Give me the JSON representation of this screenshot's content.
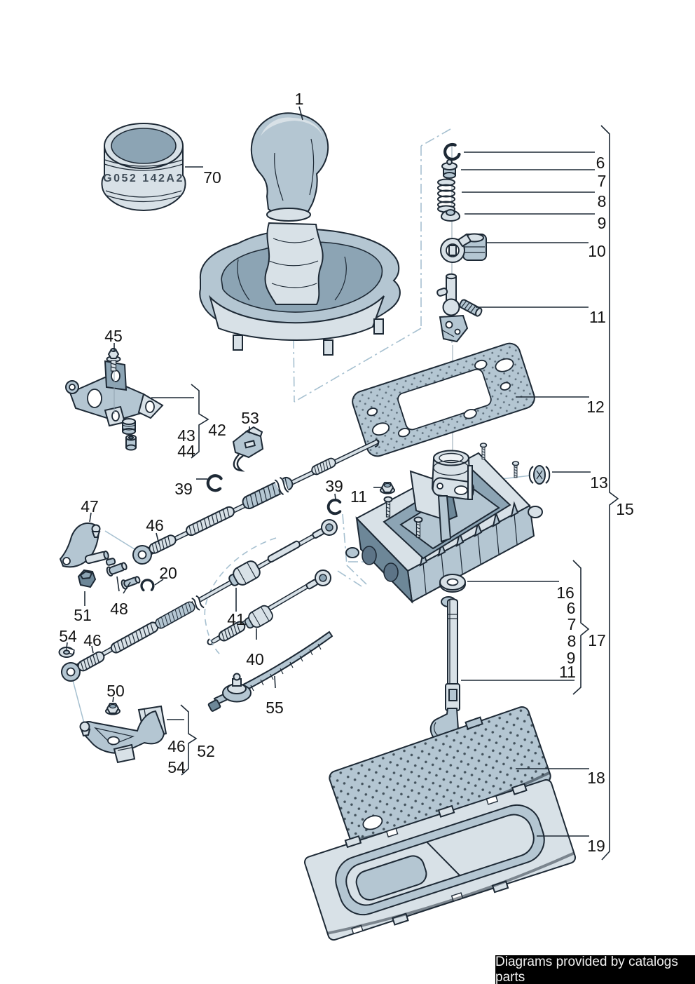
{
  "diagram": {
    "type": "exploded-parts-diagram",
    "sleeve_marking": "G052 142A2",
    "callouts": {
      "knob": "1",
      "sleeve": "70",
      "r6": "6",
      "r7": "7",
      "r8": "8",
      "r9": "9",
      "r10": "10",
      "r11": "11",
      "gasket": "12",
      "grommet": "13",
      "group15": "15",
      "bolt45": "45",
      "group42": "42",
      "bush43": "43",
      "bush44": "44",
      "clip53": "53",
      "circlip39l": "39",
      "circlip39r": "39",
      "nut11": "11",
      "lever47": "47",
      "cable46a": "46",
      "clip20": "20",
      "pins48": "48",
      "cap51": "51",
      "washer54l": "54",
      "cable46b": "46",
      "nut50": "50",
      "g52_46": "46",
      "g52_54": "54",
      "group52": "52",
      "damper41": "41",
      "cable40": "40",
      "tie55": "55",
      "washer16": "16",
      "b6": "6",
      "b7": "7",
      "b8": "8",
      "b9": "9",
      "b11": "11",
      "group17": "17",
      "pad18": "18",
      "tray19": "19"
    },
    "colors": {
      "outline": "#1d2935",
      "fill_light": "#d8e1e7",
      "fill_mid": "#b4c6d2",
      "fill_dark": "#8ca4b4",
      "fill_deep": "#6d8798",
      "construction": "#a6c0d0",
      "label": "#141414",
      "marking": "#3e4b57",
      "footer_bg": "#000000",
      "footer_fg": "#f2f2f2"
    }
  },
  "footer": {
    "text": "Diagrams provided by catalogs parts"
  }
}
